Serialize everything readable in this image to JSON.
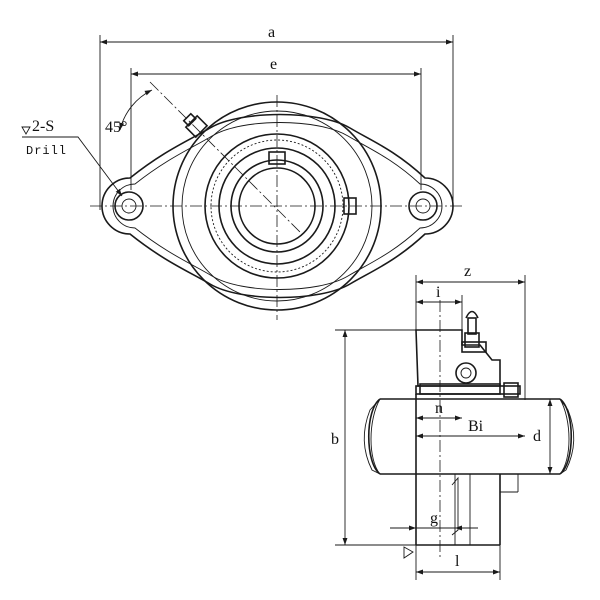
{
  "top_view": {
    "dim_a": "a",
    "dim_e": "e",
    "angle": "45°",
    "hole_label": "2-S",
    "hole_note": "Drill"
  },
  "side_view": {
    "dim_z": "z",
    "dim_i": "i",
    "dim_n": "n",
    "dim_bi": "Bi",
    "dim_d": "d",
    "dim_b": "b",
    "dim_g": "g",
    "dim_l": "l"
  }
}
